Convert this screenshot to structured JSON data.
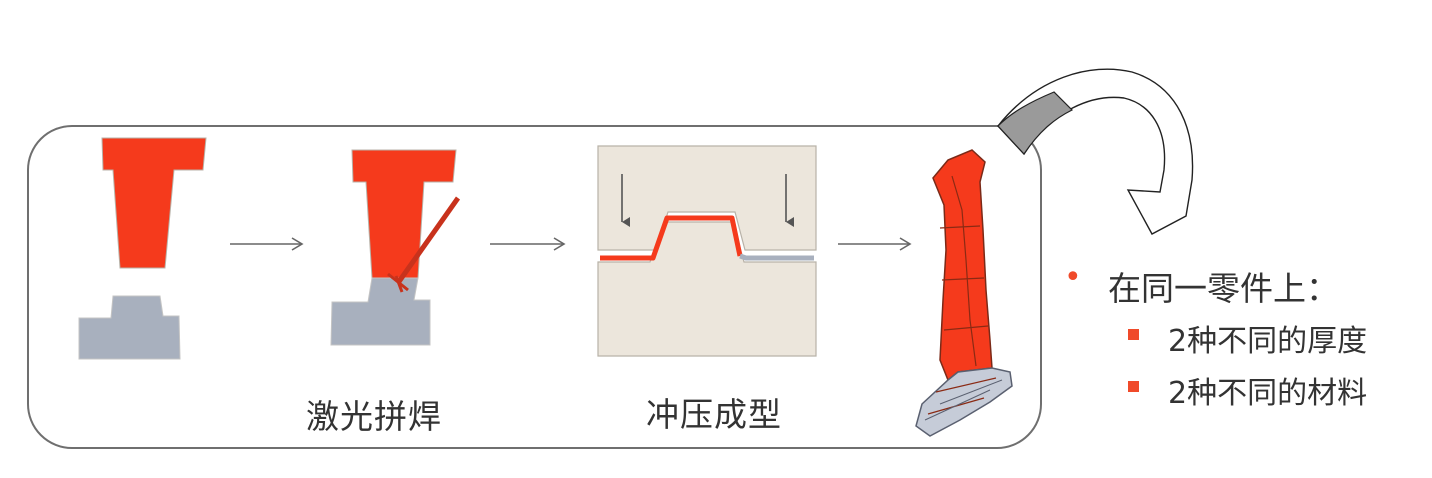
{
  "process": {
    "step1_label": "激光拼焊",
    "step2_label": "冲压成型"
  },
  "notes": {
    "heading": "在同一零件上：",
    "items": [
      "2种不同的厚度",
      "2种不同的材料"
    ]
  },
  "colors": {
    "red_steel": "#f53a1c",
    "grey_steel": "#a8b0be",
    "die": "#ece6dc",
    "frame": "#7a7a7a",
    "bullet": "#f04a2a"
  }
}
